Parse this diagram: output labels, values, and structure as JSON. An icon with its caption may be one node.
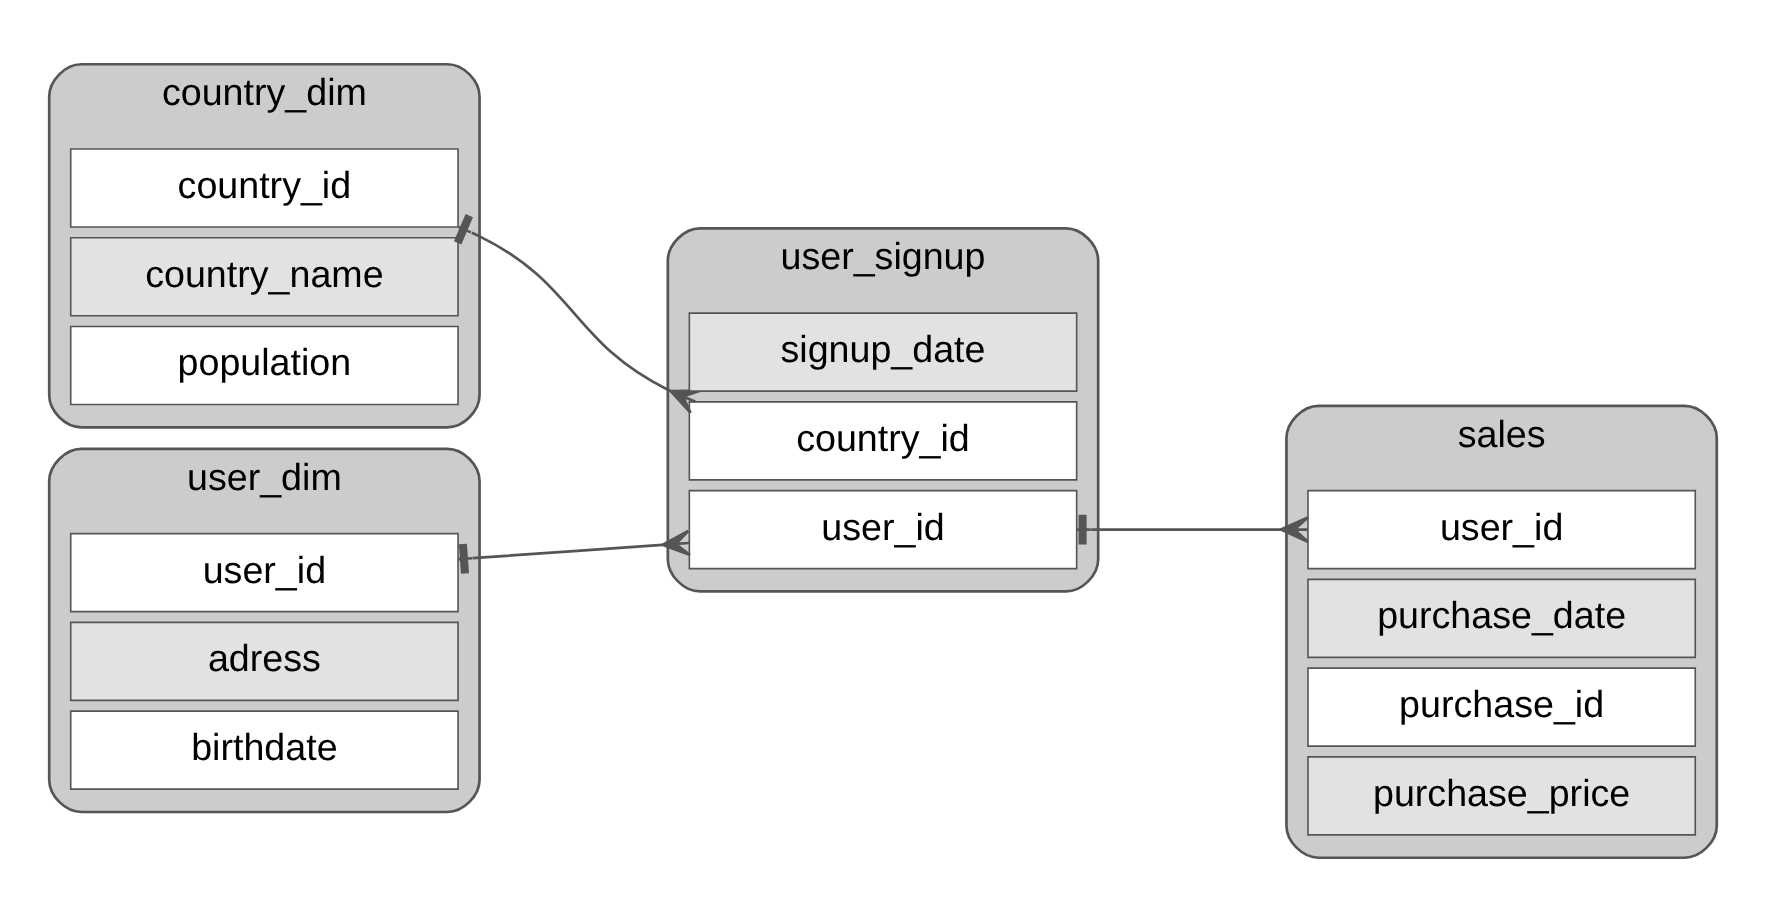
{
  "diagram": {
    "nodes": [
      {
        "text": [
          "country_dim"
        ]
      },
      {
        "text": [
          "country_id"
        ],
        "in": 0
      },
      {
        "text": [
          "country_name"
        ],
        "in": 0
      },
      {
        "text": [
          "population"
        ],
        "in": 0
      },
      {
        "text": [
          "user_signup"
        ]
      },
      {
        "text": [
          "user_id"
        ],
        "in": 4
      },
      {
        "text": [
          "signup_date"
        ],
        "in": 4
      },
      {
        "text": [
          "country_id"
        ],
        "in": 4
      },
      {
        "text": [
          "sales"
        ]
      },
      {
        "text": [
          "user_id"
        ],
        "in": 8
      },
      {
        "text": [
          "purchase_date"
        ],
        "in": 8
      },
      {
        "text": [
          "purchase_id"
        ],
        "in": 8
      },
      {
        "text": [
          "purchase_price"
        ],
        "in": 8
      },
      {
        "text": [
          "user_dim"
        ]
      },
      {
        "text": [
          "user_id"
        ],
        "in": 13
      },
      {
        "text": [
          "adress"
        ],
        "in": 13
      },
      {
        "text": [
          "birthdate"
        ],
        "in": 13
      }
    ],
    "edges": [
      {
        "from": 1,
        "to": 7,
        "arrow": "other"
      },
      {
        "from": 14,
        "to": 5,
        "arrow": "other"
      },
      {
        "from": 5,
        "to": 9,
        "arrow": "other"
      }
    ]
  }
}
